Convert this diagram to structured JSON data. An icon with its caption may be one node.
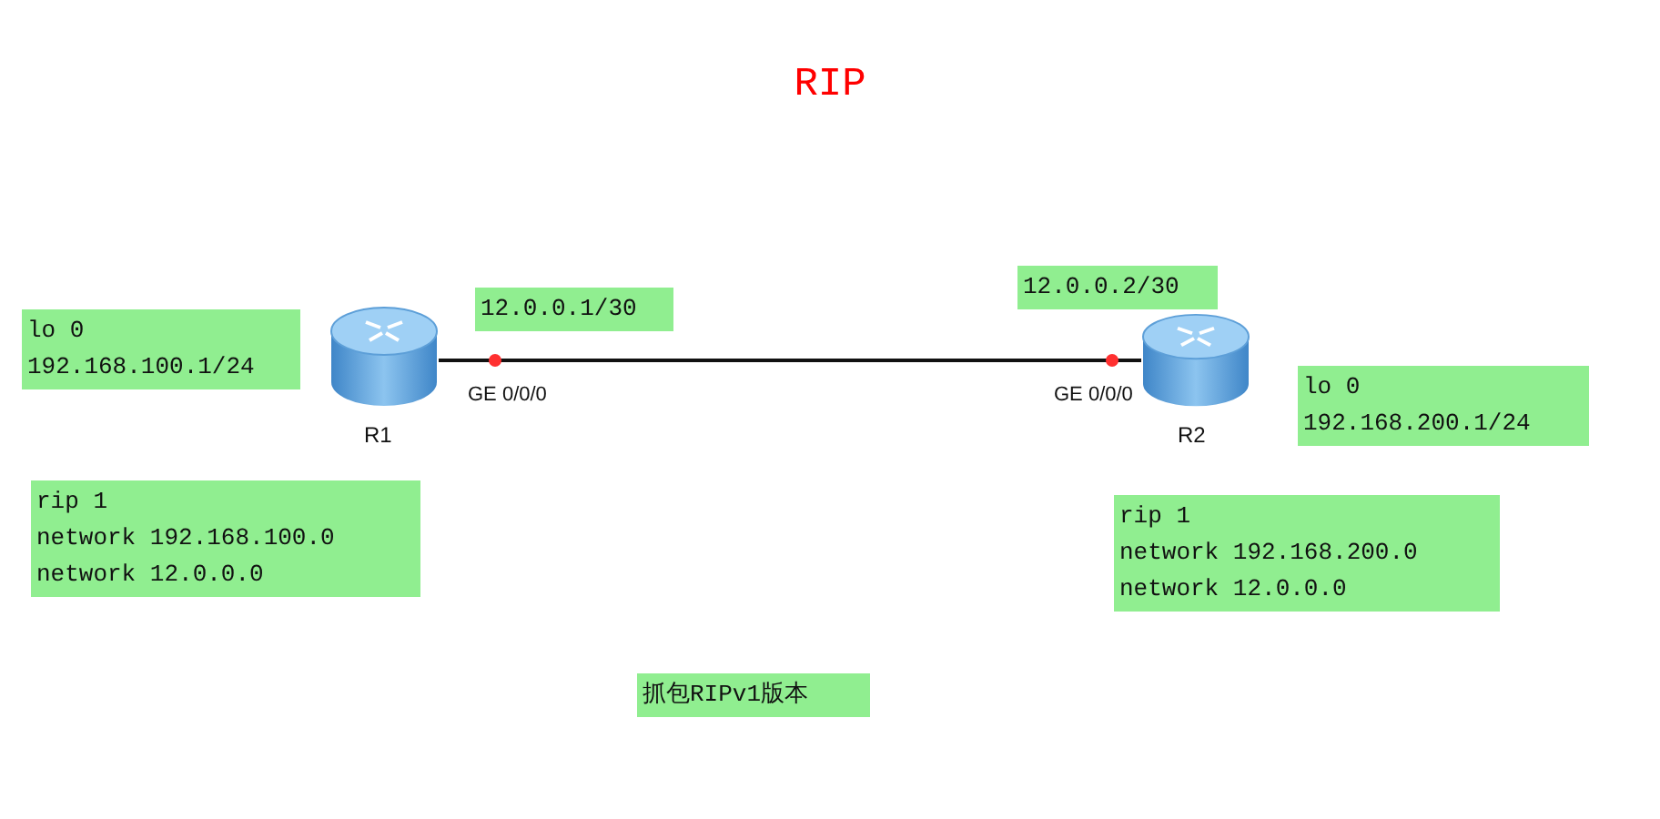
{
  "diagram": {
    "title": "RIP",
    "nodes": [
      {
        "text": [
          "lo 0",
          "192.168.100.1/24"
        ]
      },
      {
        "text": [],
        "shape": "picture",
        "beside": [
          "R1"
        ]
      },
      {
        "text": [
          "12.0.0.1/30"
        ]
      },
      {
        "text": [
          "12.0.0.2/30"
        ]
      },
      {
        "text": [],
        "shape": "picture",
        "beside": [
          "R2"
        ]
      },
      {
        "text": [
          "lo 0",
          "192.168.200.1/24"
        ]
      },
      {
        "text": [
          "rip 1",
          "network 192.168.100.0",
          "network 12.0.0.0"
        ]
      },
      {
        "text": [
          "rip 1",
          "network 192.168.200.0",
          "network 12.0.0.0"
        ]
      },
      {
        "text": [
          "抓包RIPv1版本"
        ]
      }
    ],
    "edges": [
      {
        "from": 1,
        "to": 4,
        "arrow": "none"
      }
    ],
    "labels": [
      "GE 0/0/0",
      "GE 0/0/0"
    ]
  }
}
